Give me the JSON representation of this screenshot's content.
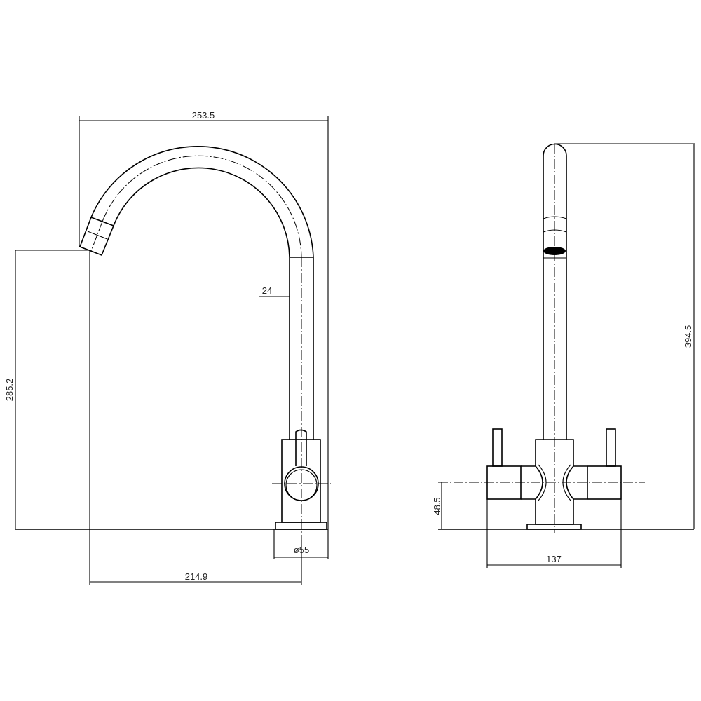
{
  "drawing": {
    "side_view": {
      "dimensions": {
        "overall_reach": "253.5",
        "spout_diameter": "24",
        "spout_height": "285.2",
        "base_diameter": "ø55",
        "spout_projection": "214.9"
      }
    },
    "front_view": {
      "dimensions": {
        "overall_height": "394.5",
        "handle_height": "48.5",
        "overall_width": "137"
      }
    }
  }
}
